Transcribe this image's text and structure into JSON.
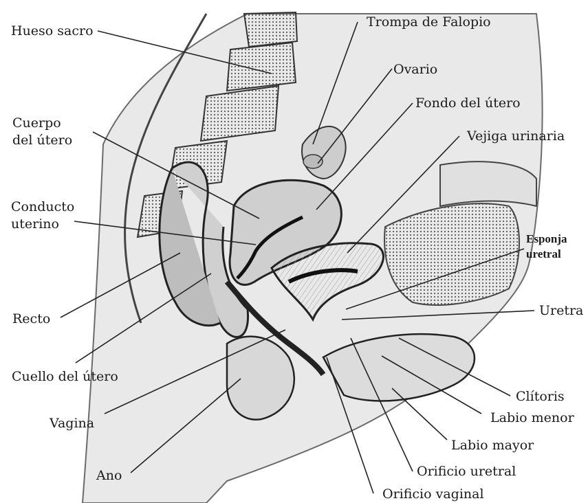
{
  "diagram": {
    "labels": {
      "hueso_sacro": "Hueso sacro",
      "trompa": "Trompa de Falopio",
      "ovario": "Ovario",
      "fondo": "Fondo del útero",
      "cuerpo_1": "Cuerpo",
      "cuerpo_2": "del útero",
      "vejiga": "Vejiga urinaria",
      "conducto_1": "Conducto",
      "conducto_2": "uterino",
      "esponja_1": "Esponja",
      "esponja_2": "uretral",
      "recto": "Recto",
      "uretra": "Uretra",
      "cuello": "Cuello del útero",
      "clitoris": "Clítoris",
      "labio_menor": "Labio menor",
      "vagina": "Vagina",
      "labio_mayor": "Labio mayor",
      "ano": "Ano",
      "orificio_uretral": "Orificio uretral",
      "orificio_vaginal": "Orificio vaginal"
    }
  }
}
